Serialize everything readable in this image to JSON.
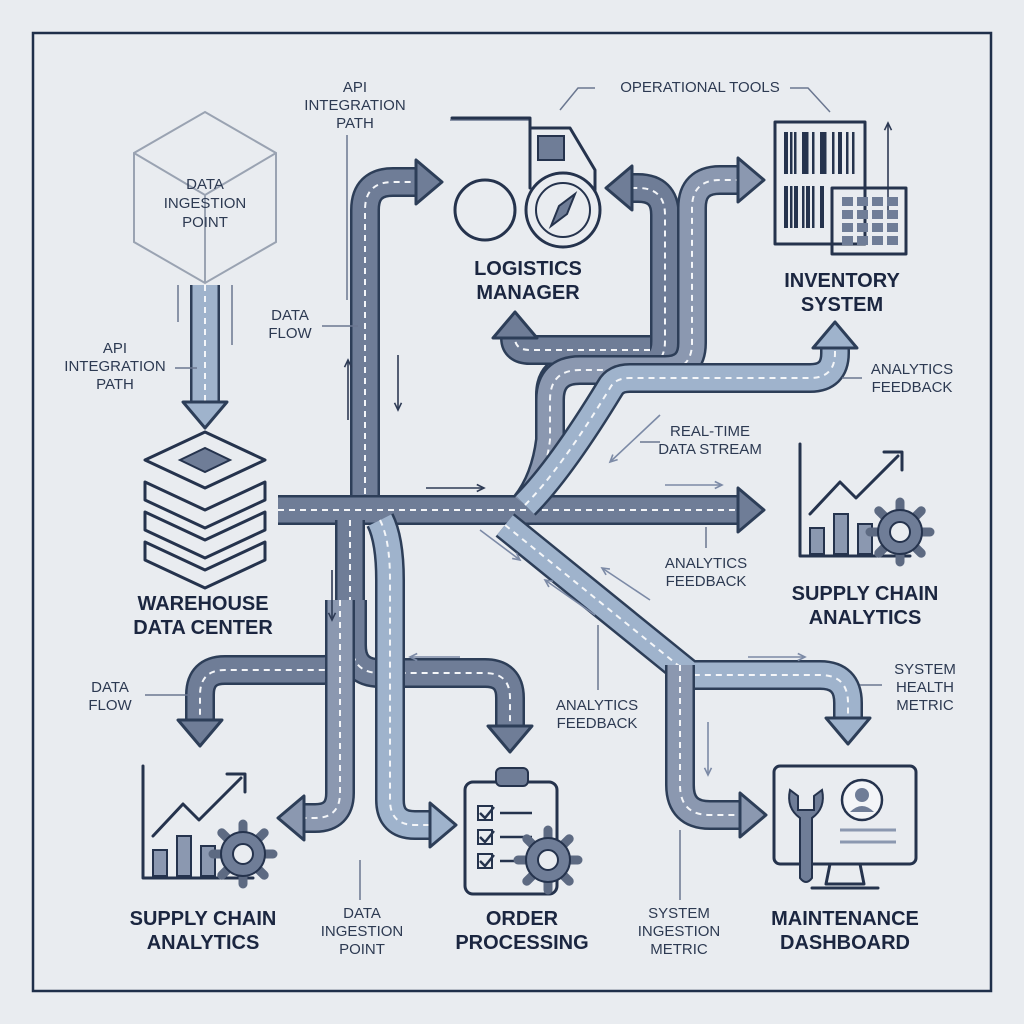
{
  "colors": {
    "road_dark": "#6f7d97",
    "road_mid": "#8b98b0",
    "road_light": "#9fb3cc",
    "outline": "#2d3e58",
    "background": "#e9ecf0"
  },
  "nodes": {
    "ingestion": {
      "icon": "cube-icon",
      "label": [
        "DATA",
        "INGESTION",
        "POINT"
      ]
    },
    "warehouse": {
      "icon": "server-stack-icon",
      "label": [
        "WAREHOUSE",
        "DATA CENTER"
      ]
    },
    "logistics": {
      "icon": "truck-compass-icon",
      "label": [
        "LOGISTICS",
        "MANAGER"
      ]
    },
    "inventory": {
      "icon": "barcode-grid-icon",
      "label": [
        "INVENTORY",
        "SYSTEM"
      ]
    },
    "analytics_right": {
      "icon": "chart-gear-icon",
      "label": [
        "SUPPLY CHAIN",
        "ANALYTICS"
      ]
    },
    "analytics_left": {
      "icon": "chart-gear-icon",
      "label": [
        "SUPPLY CHAIN",
        "ANALYTICS"
      ]
    },
    "order": {
      "icon": "clipboard-gear-icon",
      "label": [
        "ORDER",
        "PROCESSING"
      ]
    },
    "maintenance": {
      "icon": "monitor-wrench-icon",
      "label": [
        "MAINTENANCE",
        "DASHBOARD"
      ]
    }
  },
  "annotations": {
    "api_path_top": [
      "API",
      "INTEGRATION",
      "PATH"
    ],
    "operational_tools": [
      "OPERATIONAL TOOLS"
    ],
    "api_path_left": [
      "API",
      "INTEGRATION",
      "PATH"
    ],
    "data_flow_mid": [
      "DATA",
      "FLOW"
    ],
    "analytics_feedback_right": [
      "ANALYTICS",
      "FEEDBACK"
    ],
    "realtime_stream": [
      "REAL-TIME",
      "DATA STREAM"
    ],
    "analytics_feedback_mid": [
      "ANALYTICS",
      "FEEDBACK"
    ],
    "system_health": [
      "SYSTEM",
      "HEALTH",
      "METRIC"
    ],
    "data_flow_low": [
      "DATA",
      "FLOW"
    ],
    "analytics_feedback_low": [
      "ANALYTICS",
      "FEEDBACK"
    ],
    "data_ingestion_low": [
      "DATA",
      "INGESTION",
      "POINT"
    ],
    "system_ingestion_metric": [
      "SYSTEM",
      "INGESTION",
      "METRIC"
    ]
  }
}
